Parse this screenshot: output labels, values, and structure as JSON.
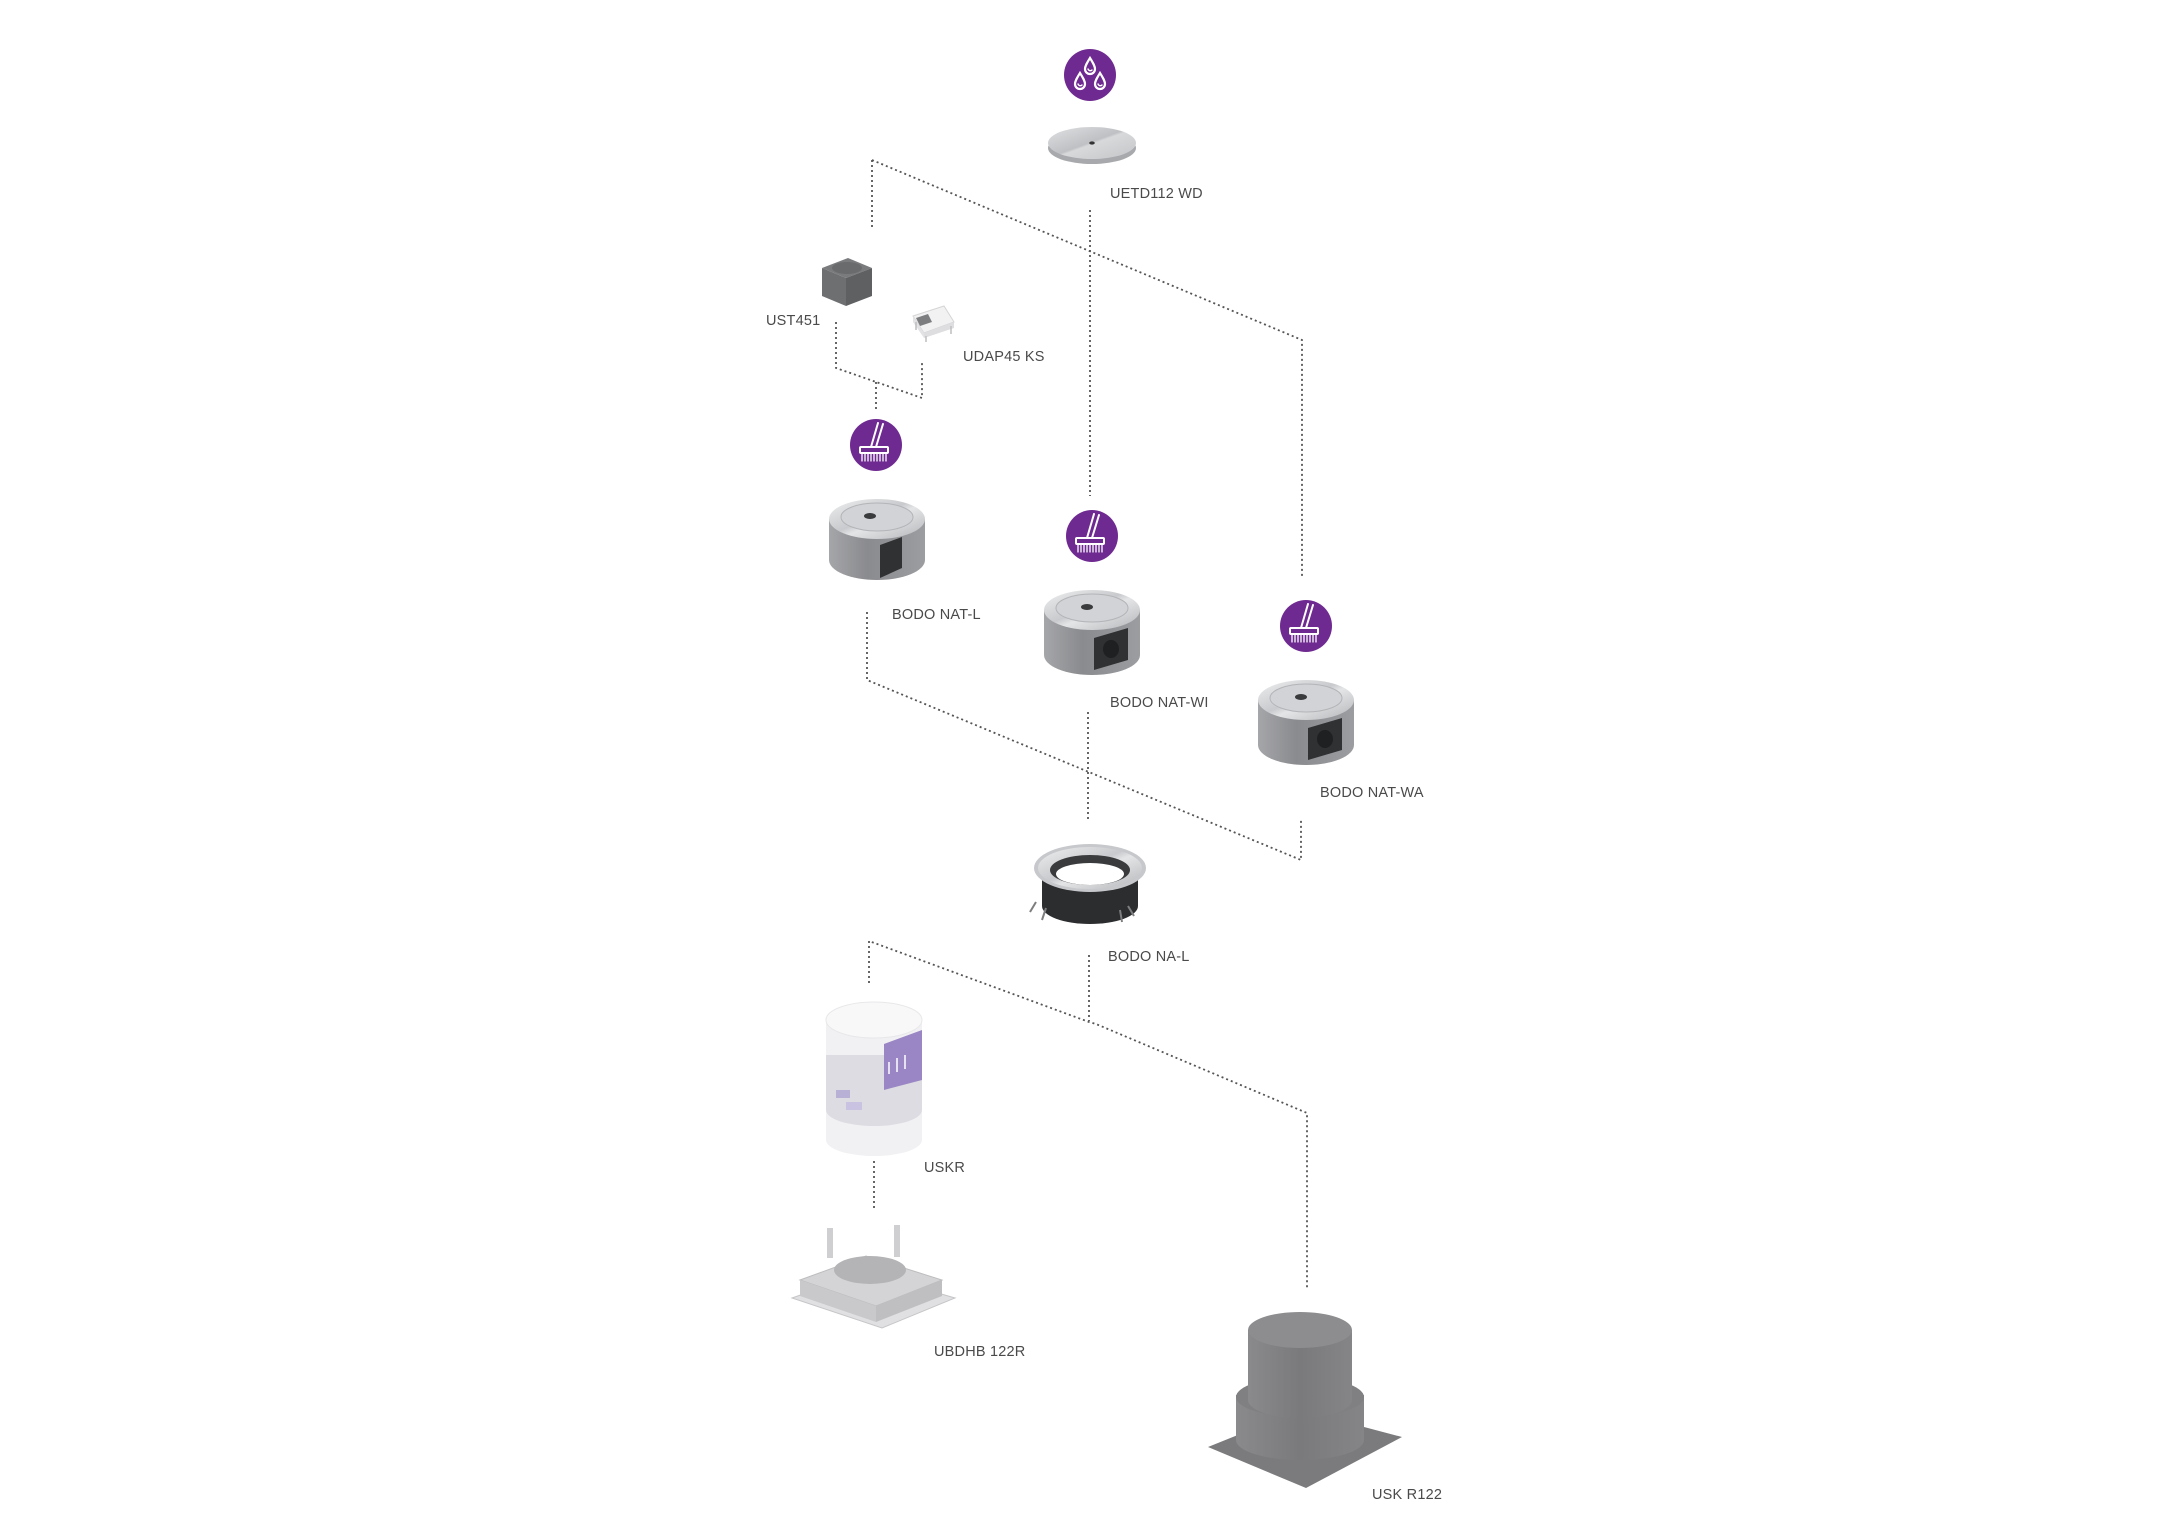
{
  "diagram": {
    "type": "product-assembly-tree",
    "colors": {
      "badge": "#6f2a91",
      "line": "#555555",
      "label": "#4a4a4a",
      "steel_light": "#d9dadc",
      "steel_dark": "#8d8e91",
      "socket": "#2f3133",
      "carton_purple": "#9a86c4",
      "usk_gray": "#7c7c7e"
    },
    "badges": [
      {
        "id": "water-drops",
        "icon": "water-drops-icon"
      },
      {
        "id": "broom-l",
        "icon": "broom-icon"
      },
      {
        "id": "broom-wi",
        "icon": "broom-icon"
      },
      {
        "id": "broom-wa",
        "icon": "broom-icon"
      }
    ],
    "parts": [
      {
        "id": "uetd112wd",
        "label": "UETD112 WD"
      },
      {
        "id": "ust451",
        "label": "UST451"
      },
      {
        "id": "udap45ks",
        "label": "UDAP45 KS"
      },
      {
        "id": "bodo-nat-l",
        "label": "BODO NAT-L"
      },
      {
        "id": "bodo-nat-wi",
        "label": "BODO NAT-WI"
      },
      {
        "id": "bodo-nat-wa",
        "label": "BODO NAT-WA"
      },
      {
        "id": "bodo-na-l",
        "label": "BODO NA-L"
      },
      {
        "id": "uskr",
        "label": "USKR"
      },
      {
        "id": "ubdhb122r",
        "label": "UBDHB 122R"
      },
      {
        "id": "usk-r122",
        "label": "USK R122"
      }
    ]
  }
}
